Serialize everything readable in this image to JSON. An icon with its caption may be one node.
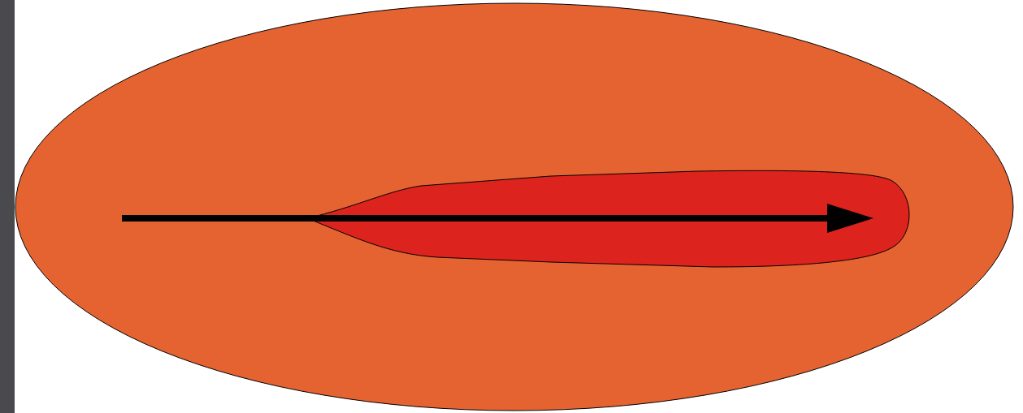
{
  "diagram": {
    "nodes": [
      {
        "text": [],
        "shape": "ellipse"
      },
      {
        "text": [],
        "shape": "blob",
        "in": 0
      }
    ]
  }
}
